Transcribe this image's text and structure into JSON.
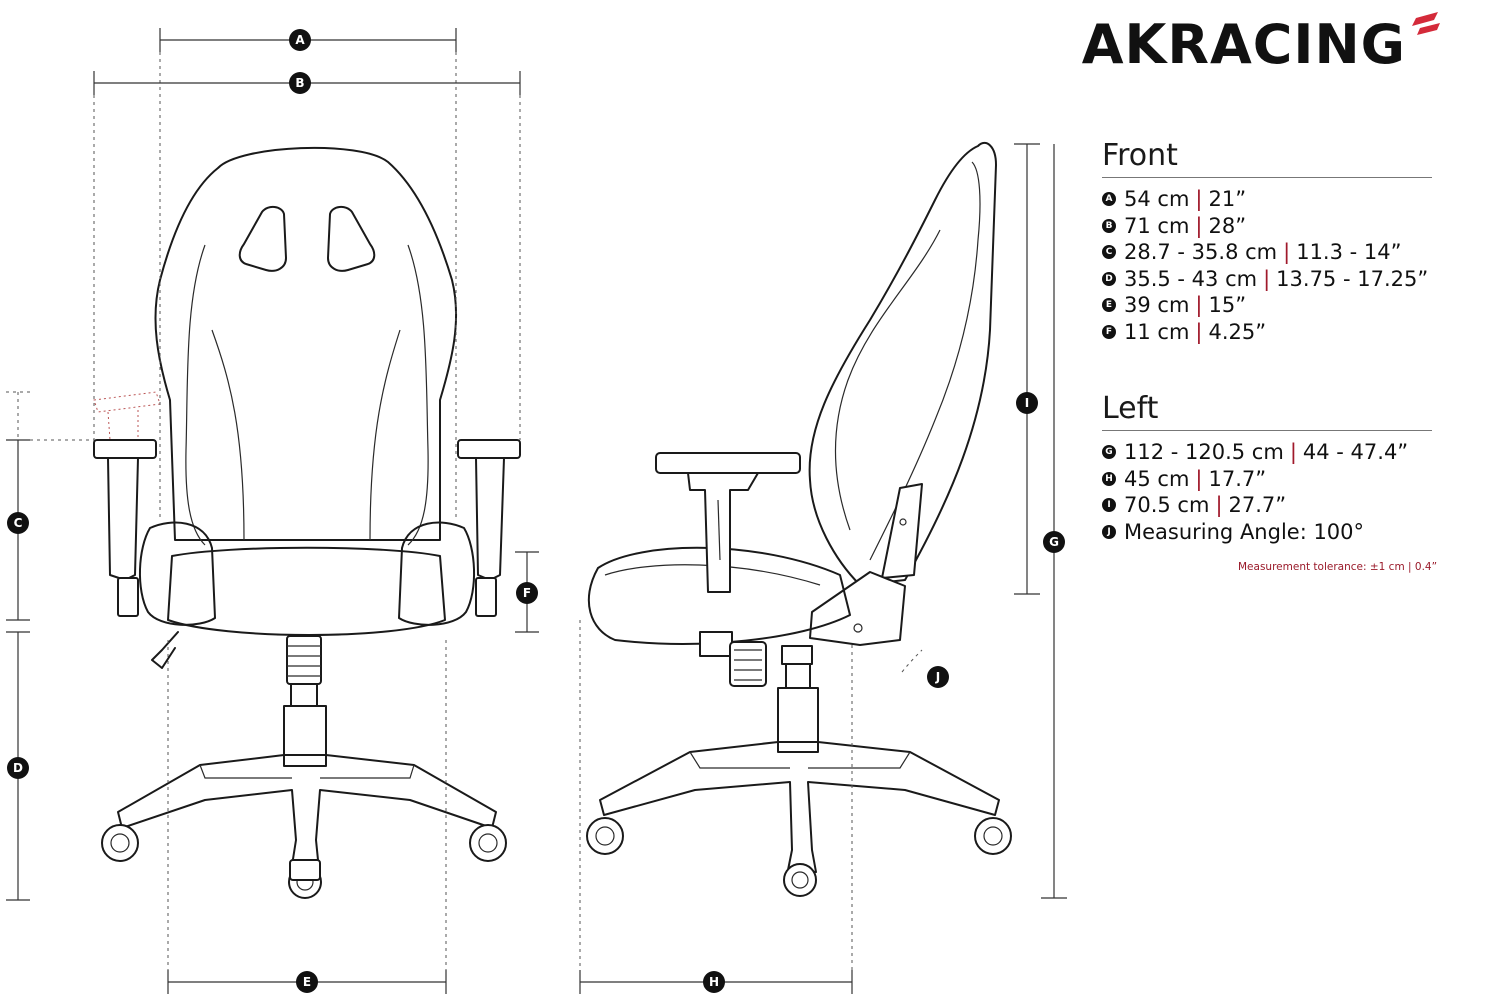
{
  "brand": {
    "name": "AKRACING"
  },
  "markers": {
    "a": "A",
    "b": "B",
    "c": "C",
    "d": "D",
    "e": "E",
    "f": "F",
    "g": "G",
    "h": "H",
    "i": "I",
    "j": "J"
  },
  "front": {
    "heading": "Front",
    "rows": [
      {
        "key": "A",
        "metric": "54 cm",
        "imperial": "21”"
      },
      {
        "key": "B",
        "metric": "71 cm",
        "imperial": "28”"
      },
      {
        "key": "C",
        "metric": "28.7 - 35.8 cm",
        "imperial": "11.3 - 14”"
      },
      {
        "key": "D",
        "metric": "35.5 - 43 cm",
        "imperial": "13.75 - 17.25”"
      },
      {
        "key": "E",
        "metric": "39 cm",
        "imperial": "15”"
      },
      {
        "key": "F",
        "metric": "11 cm",
        "imperial": "4.25”"
      }
    ]
  },
  "left": {
    "heading": "Left",
    "rows": [
      {
        "key": "G",
        "metric": "112 - 120.5 cm",
        "imperial": "44 - 47.4”"
      },
      {
        "key": "H",
        "metric": "45 cm",
        "imperial": "17.7”"
      },
      {
        "key": "I",
        "metric": "70.5 cm",
        "imperial": "27.7”"
      }
    ],
    "angle": {
      "key": "J",
      "text": "Measuring Angle: 100°"
    }
  },
  "tolerance": "Measurement tolerance: ±1 cm | 0.4”",
  "separator": "|",
  "colors": {
    "ink": "#111111",
    "accent": "#a0192b",
    "flag": "#d42a3a"
  }
}
